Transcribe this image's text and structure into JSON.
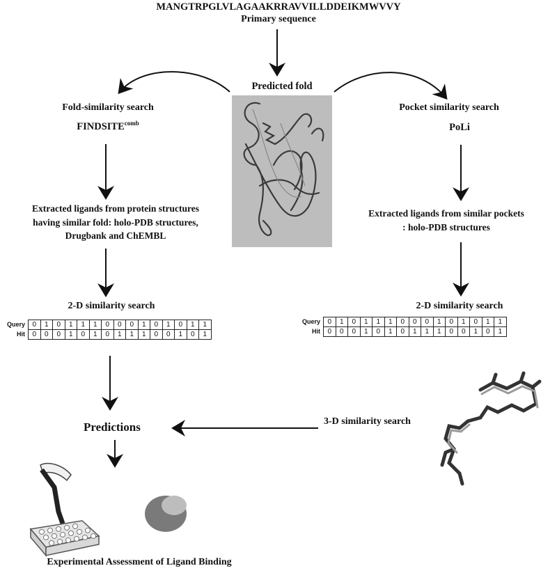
{
  "sequence": "MANGTRPGLVLAGAAKRRAVVILLDDEIKMWVVY",
  "primary_label": "Primary sequence",
  "predicted_fold_label": "Predicted fold",
  "left": {
    "search_label": "Fold-similarity search",
    "method_name": "FINDSITE",
    "method_sup": "comb",
    "ligands_text": [
      "Extracted ligands from protein structures",
      "having similar fold: holo-PDB structures,",
      "Drugbank and ChEMBL"
    ],
    "similarity_label": "2-D similarity search"
  },
  "right": {
    "search_label": "Pocket similarity search",
    "method_name": "PoLi",
    "ligands_text": [
      "Extracted ligands from similar pockets",
      ": holo-PDB structures"
    ],
    "similarity_label": "2-D similarity search"
  },
  "fingerprint": {
    "query_label": "Query",
    "hit_label": "Hit",
    "query_bits": [
      "0",
      "1",
      "0",
      "1",
      "1",
      "1",
      "0",
      "0",
      "0",
      "1",
      "0",
      "1",
      "0",
      "1",
      "1"
    ],
    "hit_bits": [
      "0",
      "0",
      "0",
      "1",
      "0",
      "1",
      "0",
      "1",
      "1",
      "1",
      "0",
      "0",
      "1",
      "0",
      "1"
    ]
  },
  "three_d_label": "3-D similarity search",
  "predictions_label": "Predictions",
  "experimental_label": "Experimental Assessment of Ligand Binding"
}
